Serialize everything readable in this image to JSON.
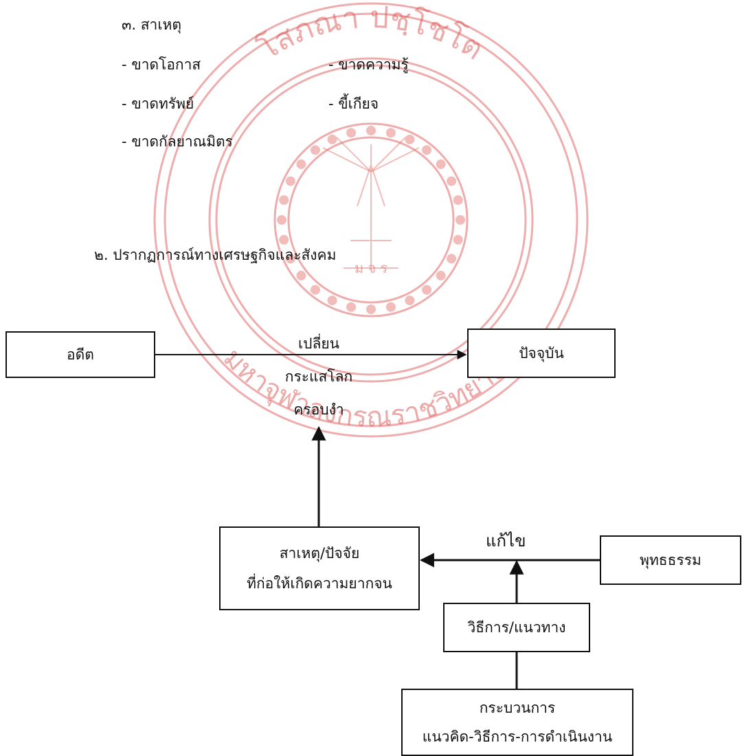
{
  "section3": {
    "heading": "๓. สาเหตุ",
    "items": [
      "- ขาดโอกาส",
      "- ขาดความรู้",
      "- ขาดทรัพย์",
      "- ขี้เกียจ",
      "- ขาดกัลยาณมิตร"
    ]
  },
  "section2": {
    "heading": "๒. ปรากฏการณ์ทางเศรษฐกิจและสังคม"
  },
  "diagram": {
    "past": "อดีต",
    "present": "ปัจจุบัน",
    "arrow_labels": [
      "เปลี่ยน",
      "กระแสโลก",
      "ครอบงำ"
    ],
    "causes": [
      "สาเหตุ/ปัจจัย",
      "ที่ก่อให้เกิดความยากจน"
    ],
    "fix_label": "แก้ไข",
    "dharma": "พุทธธรรม",
    "method": "วิธีการ/แนวทาง",
    "process": [
      "กระบวนการ",
      "แนวคิด-วิธีการ-การดำเนินงาน"
    ]
  },
  "watermark": {
    "name_top": "โสภณา ปชฺโชโต",
    "name_bottom": "มหาจุฬาลงกรณราชวิทยาลัย",
    "center_mark": "ม จ ร",
    "color": "#d9534f"
  }
}
